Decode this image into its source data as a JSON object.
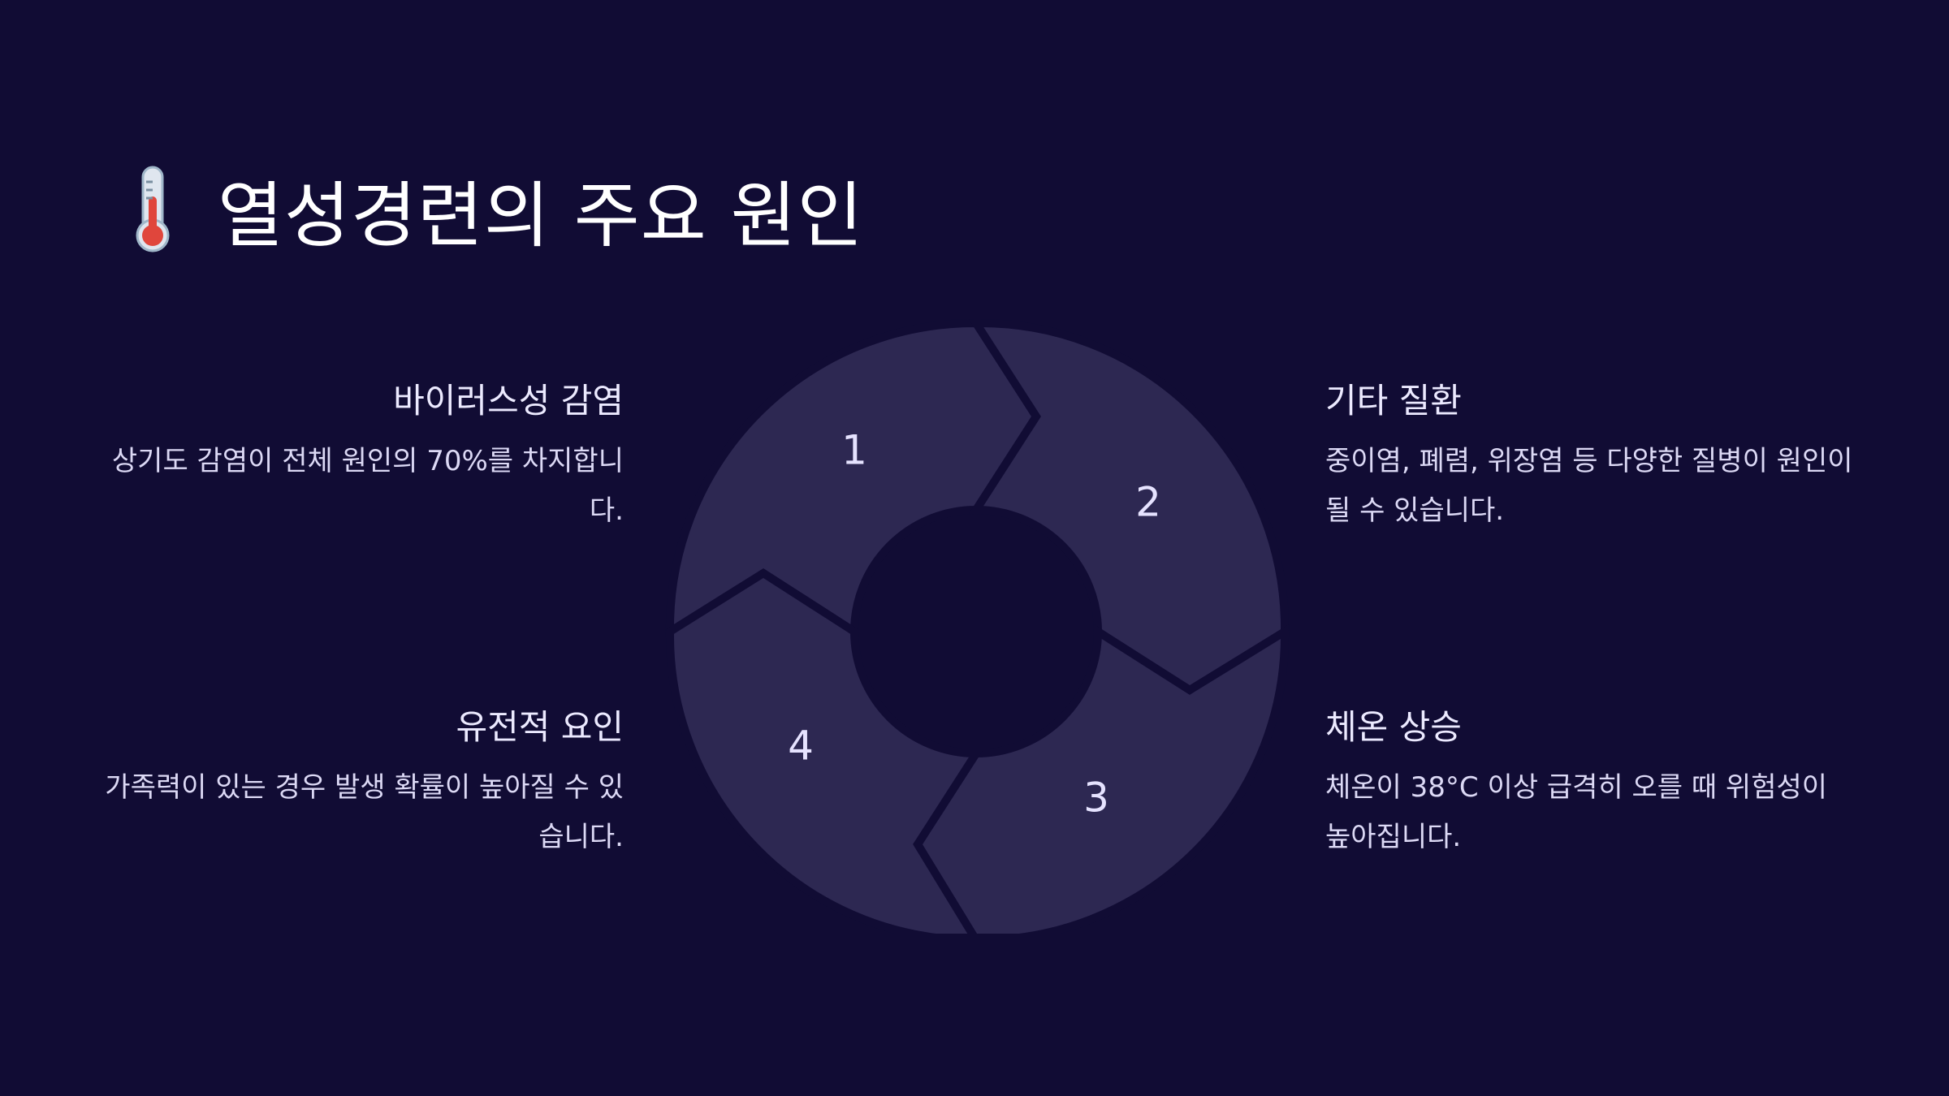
{
  "title": "열성경련의 주요 원인",
  "title_icon": "thermometer-icon",
  "colors": {
    "background": "#110c34",
    "segment": "#2d2852",
    "text": "#e6e3ff"
  },
  "cycle": {
    "labels": [
      "1",
      "2",
      "3",
      "4"
    ]
  },
  "causes": [
    {
      "heading": "바이러스성 감염",
      "desc": "상기도 감염이 전체 원인의 70%를 차지합니다."
    },
    {
      "heading": "기타 질환",
      "desc": "중이염, 폐렴, 위장염 등 다양한 질병이 원인이 될 수 있습니다."
    },
    {
      "heading": "체온 상승",
      "desc": "체온이 38°C 이상 급격히 오를 때 위험성이 높아집니다."
    },
    {
      "heading": "유전적 요인",
      "desc": "가족력이 있는 경우 발생 확률이 높아질 수 있습니다."
    }
  ]
}
